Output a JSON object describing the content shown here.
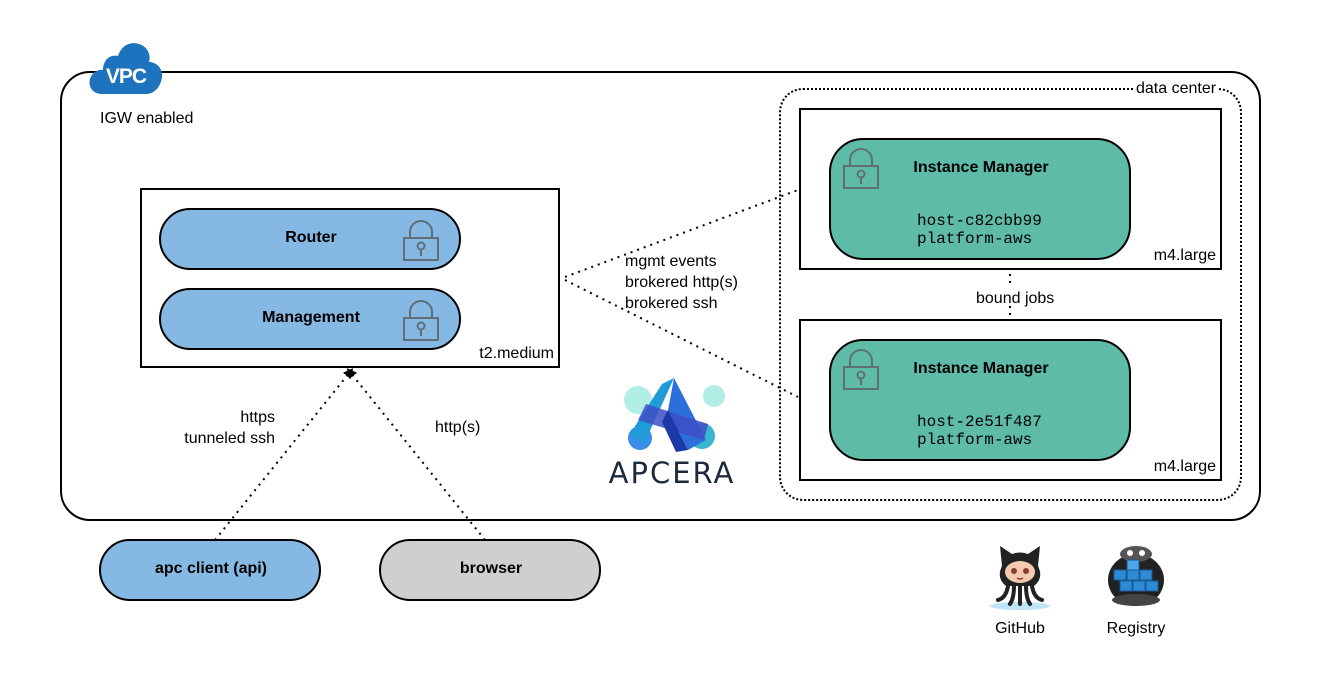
{
  "vpc": {
    "badge": "VPC",
    "subtitle": "IGW enabled"
  },
  "router_box": {
    "instance_type": "t2.medium",
    "router_label": "Router",
    "management_label": "Management"
  },
  "data_center": {
    "label": "data center",
    "bound_jobs": "bound jobs",
    "nodes": [
      {
        "title": "Instance Manager",
        "host": "host-c82cbb99",
        "platform": "platform-aws",
        "instance_type": "m4.large"
      },
      {
        "title": "Instance Manager",
        "host": "host-2e51f487",
        "platform": "platform-aws",
        "instance_type": "m4.large"
      }
    ]
  },
  "links": {
    "mgmt_events": "mgmt events",
    "brokered_http": "brokered http(s)",
    "brokered_ssh": "brokered ssh",
    "https": "https",
    "tunneled_ssh": "tunneled ssh",
    "http": "http(s)"
  },
  "clients": {
    "apc_client": "apc client (api)",
    "browser": "browser"
  },
  "logo": {
    "text": "APCERA"
  },
  "external": {
    "github": "GitHub",
    "registry": "Registry"
  },
  "colors": {
    "pill_blue": "#85b9e4",
    "pill_green": "#5dbba7",
    "pill_grey": "#cfcfcf",
    "cloud_blue": "#1e73be",
    "lock_grey": "#5f6f78"
  }
}
